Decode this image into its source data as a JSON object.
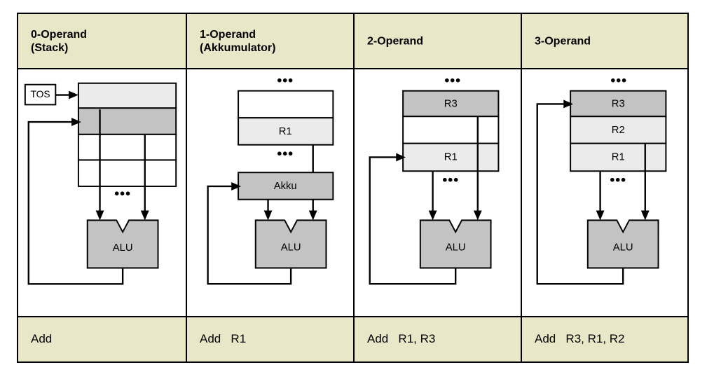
{
  "diagram": {
    "title_present": false,
    "columns": [
      {
        "id": "col-0-operand",
        "header": "0-Operand\n(Stack)",
        "instruction": "Add",
        "alu_label": "ALU",
        "pointer_label": "TOS",
        "ellipsis": "•••",
        "cells": [
          {
            "label": "",
            "fill": "light"
          },
          {
            "label": "",
            "fill": "medium"
          },
          {
            "label": "",
            "fill": "white"
          },
          {
            "label": "",
            "fill": "white"
          }
        ]
      },
      {
        "id": "col-1-operand",
        "header": "1-Operand\n(Akkumulator)",
        "instruction": "Add   R1",
        "alu_label": "ALU",
        "accumulator_label": "Akku",
        "ellipsis": "•••",
        "cells": [
          {
            "label": "",
            "fill": "white"
          },
          {
            "label": "R1",
            "fill": "light"
          }
        ]
      },
      {
        "id": "col-2-operand",
        "header": "2-Operand",
        "instruction": "Add   R1, R3",
        "alu_label": "ALU",
        "ellipsis": "•••",
        "cells": [
          {
            "label": "R3",
            "fill": "medium"
          },
          {
            "label": "",
            "fill": "white"
          },
          {
            "label": "R1",
            "fill": "light"
          }
        ]
      },
      {
        "id": "col-3-operand",
        "header": "3-Operand",
        "instruction": "Add   R3, R1, R2",
        "alu_label": "ALU",
        "ellipsis": "•••",
        "cells": [
          {
            "label": "R3",
            "fill": "medium"
          },
          {
            "label": "R2",
            "fill": "light"
          },
          {
            "label": "R1",
            "fill": "light"
          }
        ]
      }
    ],
    "colors": {
      "header_bg": "#e8e8c8",
      "footer_bg": "#e8e8c8",
      "cell_light": "#ebebeb",
      "cell_medium": "#c3c3c3",
      "cell_white": "#ffffff",
      "alu_fill": "#c3c3c3",
      "border": "#000000",
      "page_bg": "#ffffff"
    }
  }
}
